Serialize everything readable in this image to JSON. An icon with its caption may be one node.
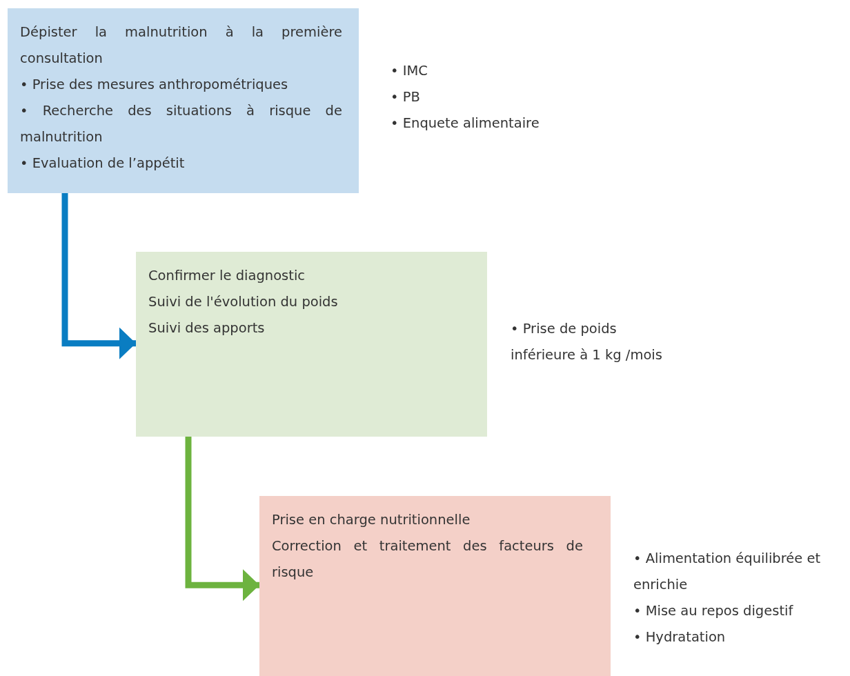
{
  "diagram": {
    "nodes": [
      {
        "text": [
          "Dépister la malnutrition à la première consultation",
          "• Prise des mesures anthropométriques",
          "• Recherche des situations à risque de malnutrition",
          "• Evaluation de l’appétit"
        ],
        "beside": [
          "• IMC",
          "• PB",
          "• Enquete alimentaire"
        ]
      },
      {
        "text": [
          "Confirmer le diagnostic",
          "Suivi de l'évolution du poids",
          "Suivi des apports"
        ],
        "beside": [
          "• Prise de poids inférieure à 1 kg /mois"
        ]
      },
      {
        "text": [
          "Prise en charge nutritionnelle",
          "Correction et traitement des facteurs de risque"
        ],
        "beside": [
          "• Alimentation équilibrée et enrichie",
          "• Mise au repos digestif",
          "• Hydratation"
        ]
      }
    ],
    "edges": [
      {
        "from": 0,
        "to": 1,
        "arrow": "to",
        "color": "#0a7dc2"
      },
      {
        "from": 1,
        "to": 2,
        "arrow": "to",
        "color": "#6db33f"
      }
    ]
  }
}
